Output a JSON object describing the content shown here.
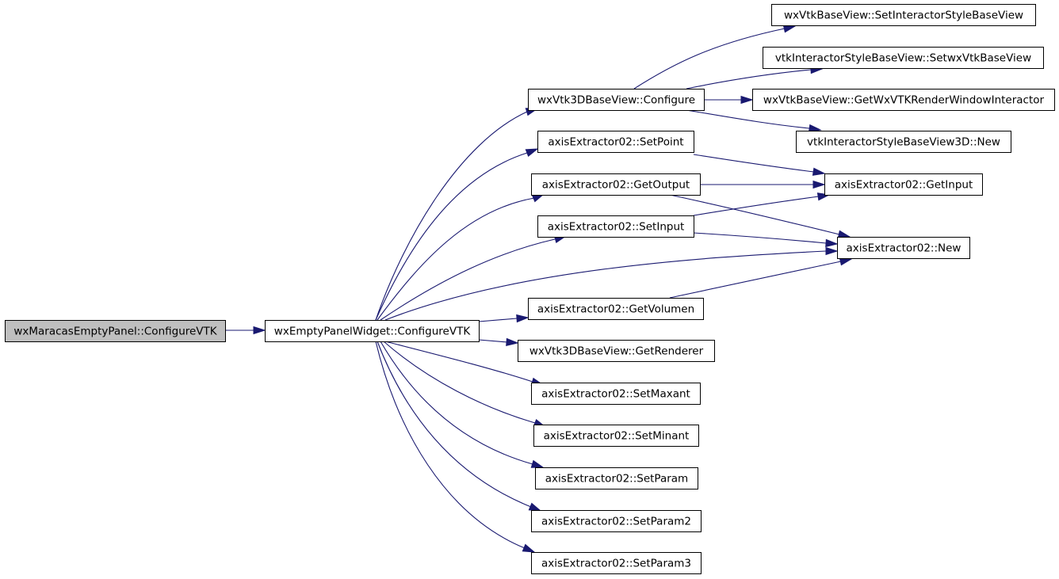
{
  "graph": {
    "nodes": [
      {
        "id": "root",
        "label": "wxMaracasEmptyPanel::ConfigureVTK",
        "highlight": true
      },
      {
        "id": "widget",
        "label": "wxEmptyPanelWidget::ConfigureVTK"
      },
      {
        "id": "configure",
        "label": "wxVtk3DBaseView::Configure"
      },
      {
        "id": "setInteractorStyle",
        "label": "wxVtkBaseView::SetInteractorStyleBaseView"
      },
      {
        "id": "setWxVtkBaseView",
        "label": "vtkInteractorStyleBaseView::SetwxVtkBaseView"
      },
      {
        "id": "getRWI",
        "label": "wxVtkBaseView::GetWxVTKRenderWindowInteractor"
      },
      {
        "id": "isbv3dNew",
        "label": "vtkInteractorStyleBaseView3D::New"
      },
      {
        "id": "setPoint",
        "label": "axisExtractor02::SetPoint"
      },
      {
        "id": "getOutput",
        "label": "axisExtractor02::GetOutput"
      },
      {
        "id": "getInput",
        "label": "axisExtractor02::GetInput"
      },
      {
        "id": "setInput",
        "label": "axisExtractor02::SetInput"
      },
      {
        "id": "new",
        "label": "axisExtractor02::New"
      },
      {
        "id": "getVolumen",
        "label": "axisExtractor02::GetVolumen"
      },
      {
        "id": "getRenderer",
        "label": "wxVtk3DBaseView::GetRenderer"
      },
      {
        "id": "setMaxant",
        "label": "axisExtractor02::SetMaxant"
      },
      {
        "id": "setMinant",
        "label": "axisExtractor02::SetMinant"
      },
      {
        "id": "setParam",
        "label": "axisExtractor02::SetParam"
      },
      {
        "id": "setParam2",
        "label": "axisExtractor02::SetParam2"
      },
      {
        "id": "setParam3",
        "label": "axisExtractor02::SetParam3"
      }
    ],
    "edges": [
      [
        "root",
        "widget"
      ],
      [
        "widget",
        "configure"
      ],
      [
        "widget",
        "setPoint"
      ],
      [
        "widget",
        "getOutput"
      ],
      [
        "widget",
        "setInput"
      ],
      [
        "widget",
        "new"
      ],
      [
        "widget",
        "getVolumen"
      ],
      [
        "widget",
        "getRenderer"
      ],
      [
        "widget",
        "setMaxant"
      ],
      [
        "widget",
        "setMinant"
      ],
      [
        "widget",
        "setParam"
      ],
      [
        "widget",
        "setParam2"
      ],
      [
        "widget",
        "setParam3"
      ],
      [
        "configure",
        "setInteractorStyle"
      ],
      [
        "configure",
        "setWxVtkBaseView"
      ],
      [
        "configure",
        "getRWI"
      ],
      [
        "configure",
        "isbv3dNew"
      ],
      [
        "setPoint",
        "getInput"
      ],
      [
        "getOutput",
        "getInput"
      ],
      [
        "getOutput",
        "new"
      ],
      [
        "setInput",
        "getInput"
      ],
      [
        "setInput",
        "new"
      ],
      [
        "getVolumen",
        "new"
      ]
    ]
  },
  "colors": {
    "edge": "#191970",
    "highlight_fill": "#bfbfbf",
    "node_fill": "#ffffff",
    "node_border": "#000000"
  }
}
